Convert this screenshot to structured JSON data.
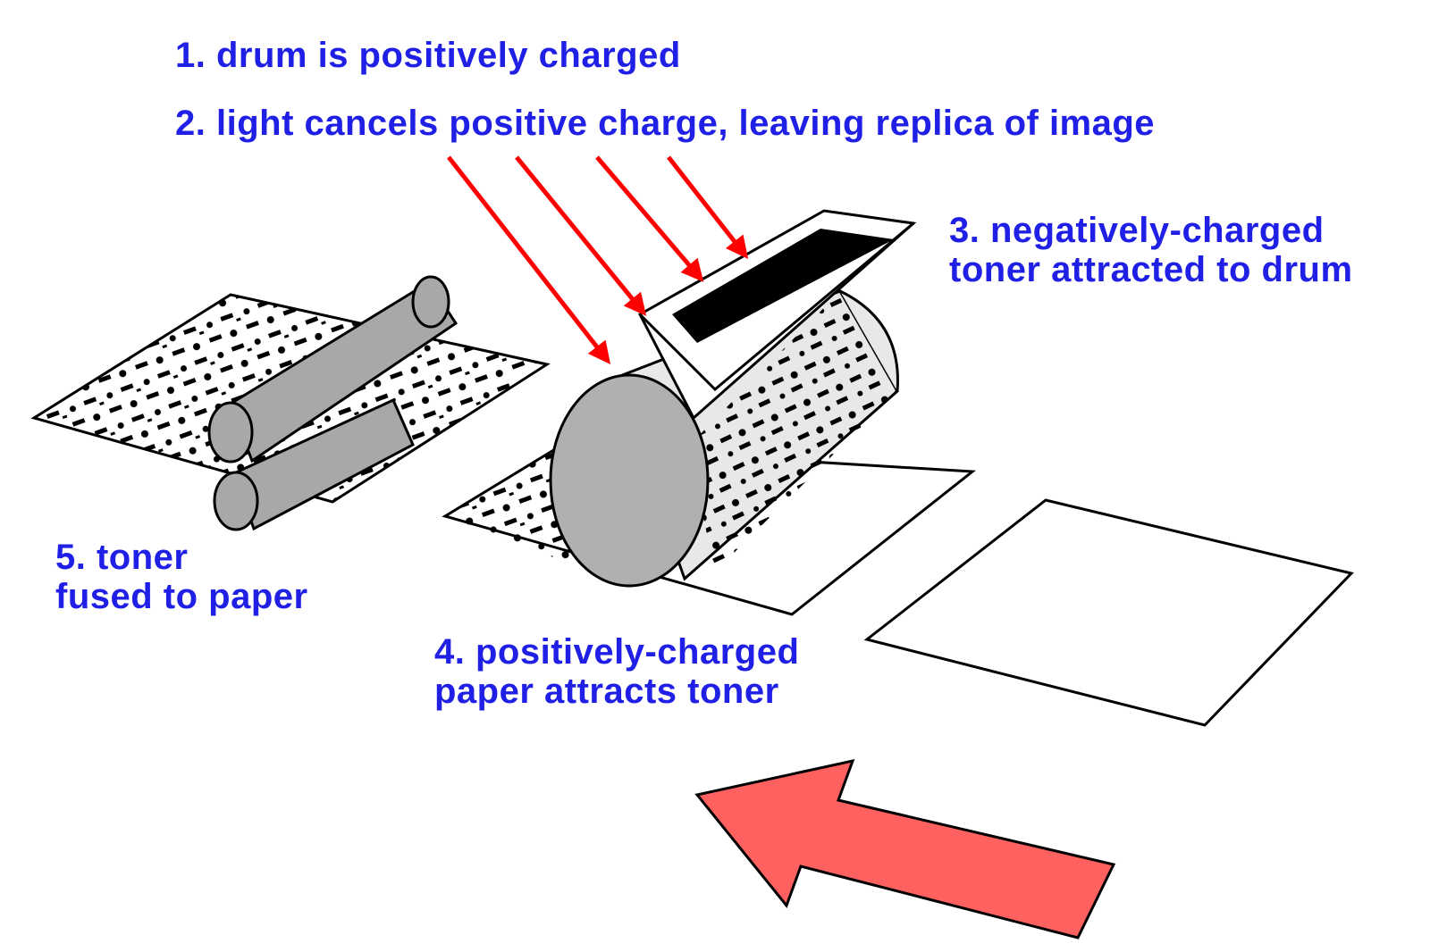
{
  "colors": {
    "label_text": "#1f1fe6",
    "light_rays": "#ff0000",
    "paper_direction_arrow": "#ff6060",
    "roller_fill": "#a8a8a8",
    "drum_end_fill": "#b0b0b0",
    "drum_body_fill": "#e8e8e8",
    "toner_fill": "#000000"
  },
  "steps": [
    {
      "number": "1",
      "lines": [
        "1. drum is positively charged"
      ]
    },
    {
      "number": "2",
      "lines": [
        "2. light cancels positive charge, leaving replica of image"
      ]
    },
    {
      "number": "3",
      "lines": [
        "3. negatively-charged",
        "toner attracted to drum"
      ]
    },
    {
      "number": "4",
      "lines": [
        "4. positively-charged",
        "paper attracts toner"
      ]
    },
    {
      "number": "5",
      "lines": [
        "5. toner",
        "fused to paper"
      ]
    }
  ],
  "icons": {
    "light_rays": "red-arrow-icon",
    "paper_direction": "big-left-arrow-icon",
    "toner_cartridge": "toner-hopper-icon",
    "drum": "drum-cylinder-icon",
    "fuser": "fuser-rollers-icon",
    "paper": "paper-sheet-icon"
  }
}
